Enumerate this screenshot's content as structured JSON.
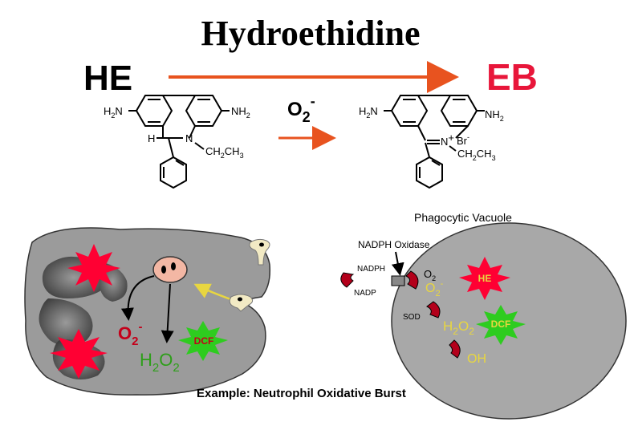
{
  "title": "Hydroethidine",
  "reaction": {
    "reactant_abbr": "HE",
    "product_abbr": "EB",
    "reagent": "O",
    "reagent_sub": "2",
    "reagent_sup": "-"
  },
  "he_structure": {
    "left_amine": "H",
    "left_amine_sub": "2",
    "left_amine_n": "N",
    "right_amine": "NH",
    "right_amine_sub": "2",
    "h_label": "H",
    "n_label": "N",
    "ethyl": "CH",
    "ethyl_sub1": "2",
    "ethyl_mid": "CH",
    "ethyl_sub2": "3"
  },
  "eb_structure": {
    "left_amine": "H",
    "left_amine_sub": "2",
    "left_amine_n": "N",
    "right_amine": "NH",
    "right_amine_sub": "2",
    "n_label": "N",
    "charge": "+",
    "counterion": "Br",
    "counterion_sup": "-",
    "ethyl": "CH",
    "ethyl_sub1": "2",
    "ethyl_mid": "CH",
    "ethyl_sub2": "3"
  },
  "cell": {
    "phagocytic_label": "Phagocytic Vacuole",
    "nadph_oxidase_label": "NADPH Oxidase",
    "nadph": "NADPH",
    "nadp": "NADP",
    "o2": "O",
    "o2_sub": "2",
    "superoxide": "O",
    "superoxide_sub": "2",
    "superoxide_sup": "-",
    "sod": "SOD",
    "he_label": "HE",
    "dcf_vacuole": "DCF",
    "h2o2_vacuole_h": "H",
    "h2o2_vacuole_sub1": "2",
    "h2o2_vacuole_o": "O",
    "h2o2_vacuole_sub2": "2",
    "oh": "OH",
    "cyto_superoxide": "O",
    "cyto_superoxide_sub": "2",
    "cyto_superoxide_sup": "-",
    "cyto_dcf": "DCF",
    "cyto_h2o2_h": "H",
    "cyto_h2o2_sub1": "2",
    "cyto_h2o2_o": "O",
    "cyto_h2o2_sub2": "2",
    "caption": "Example: Neutrophil Oxidative Burst"
  },
  "colors": {
    "arrow_orange": "#e8531f",
    "eb_red": "#e8163a",
    "burst_red": "#ff0033",
    "dcf_green": "#2ecc1f",
    "dark_red": "#b3001b",
    "cell_grey": "#9b9b9b",
    "vacuole_grey": "#a8a8a8",
    "nucleus_dark": "#555555",
    "yellow": "#e8d640",
    "text_green": "#2e9e1a",
    "text_red": "#c4001a"
  }
}
